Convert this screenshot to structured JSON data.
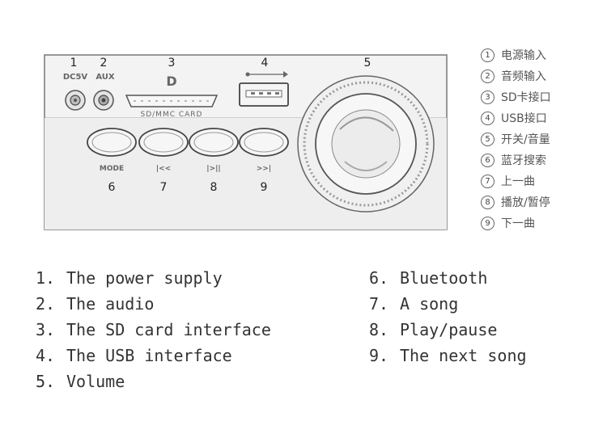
{
  "panel": {
    "callouts": [
      "1",
      "2",
      "3",
      "4",
      "5",
      "6",
      "7",
      "8",
      "9"
    ],
    "jack_labels": [
      "DC5V",
      "AUX"
    ],
    "sd_label": "SD/MMC CARD",
    "sd_mark": "D",
    "button_labels": [
      "MODE",
      "|<<",
      "|>||",
      ">>|"
    ]
  },
  "cn_legend": [
    {
      "num": "1",
      "text": "电源输入"
    },
    {
      "num": "2",
      "text": "音频输入"
    },
    {
      "num": "3",
      "text": "SD卡接口"
    },
    {
      "num": "4",
      "text": "USB接口"
    },
    {
      "num": "5",
      "text": "开关/音量"
    },
    {
      "num": "6",
      "text": "蓝牙搜索"
    },
    {
      "num": "7",
      "text": "上一曲"
    },
    {
      "num": "8",
      "text": "播放/暂停"
    },
    {
      "num": "9",
      "text": "下一曲"
    }
  ],
  "legend_left": [
    {
      "num": "1.",
      "text": "The power supply"
    },
    {
      "num": "2.",
      "text": "The audio"
    },
    {
      "num": "3.",
      "text": "The SD card interface"
    },
    {
      "num": "4.",
      "text": "The USB interface"
    },
    {
      "num": "5.",
      "text": "Volume"
    }
  ],
  "legend_right": [
    {
      "num": "6.",
      "text": "Bluetooth"
    },
    {
      "num": "7.",
      "text": "A song"
    },
    {
      "num": "8.",
      "text": "Play/pause"
    },
    {
      "num": "9.",
      "text": "The next song"
    }
  ]
}
